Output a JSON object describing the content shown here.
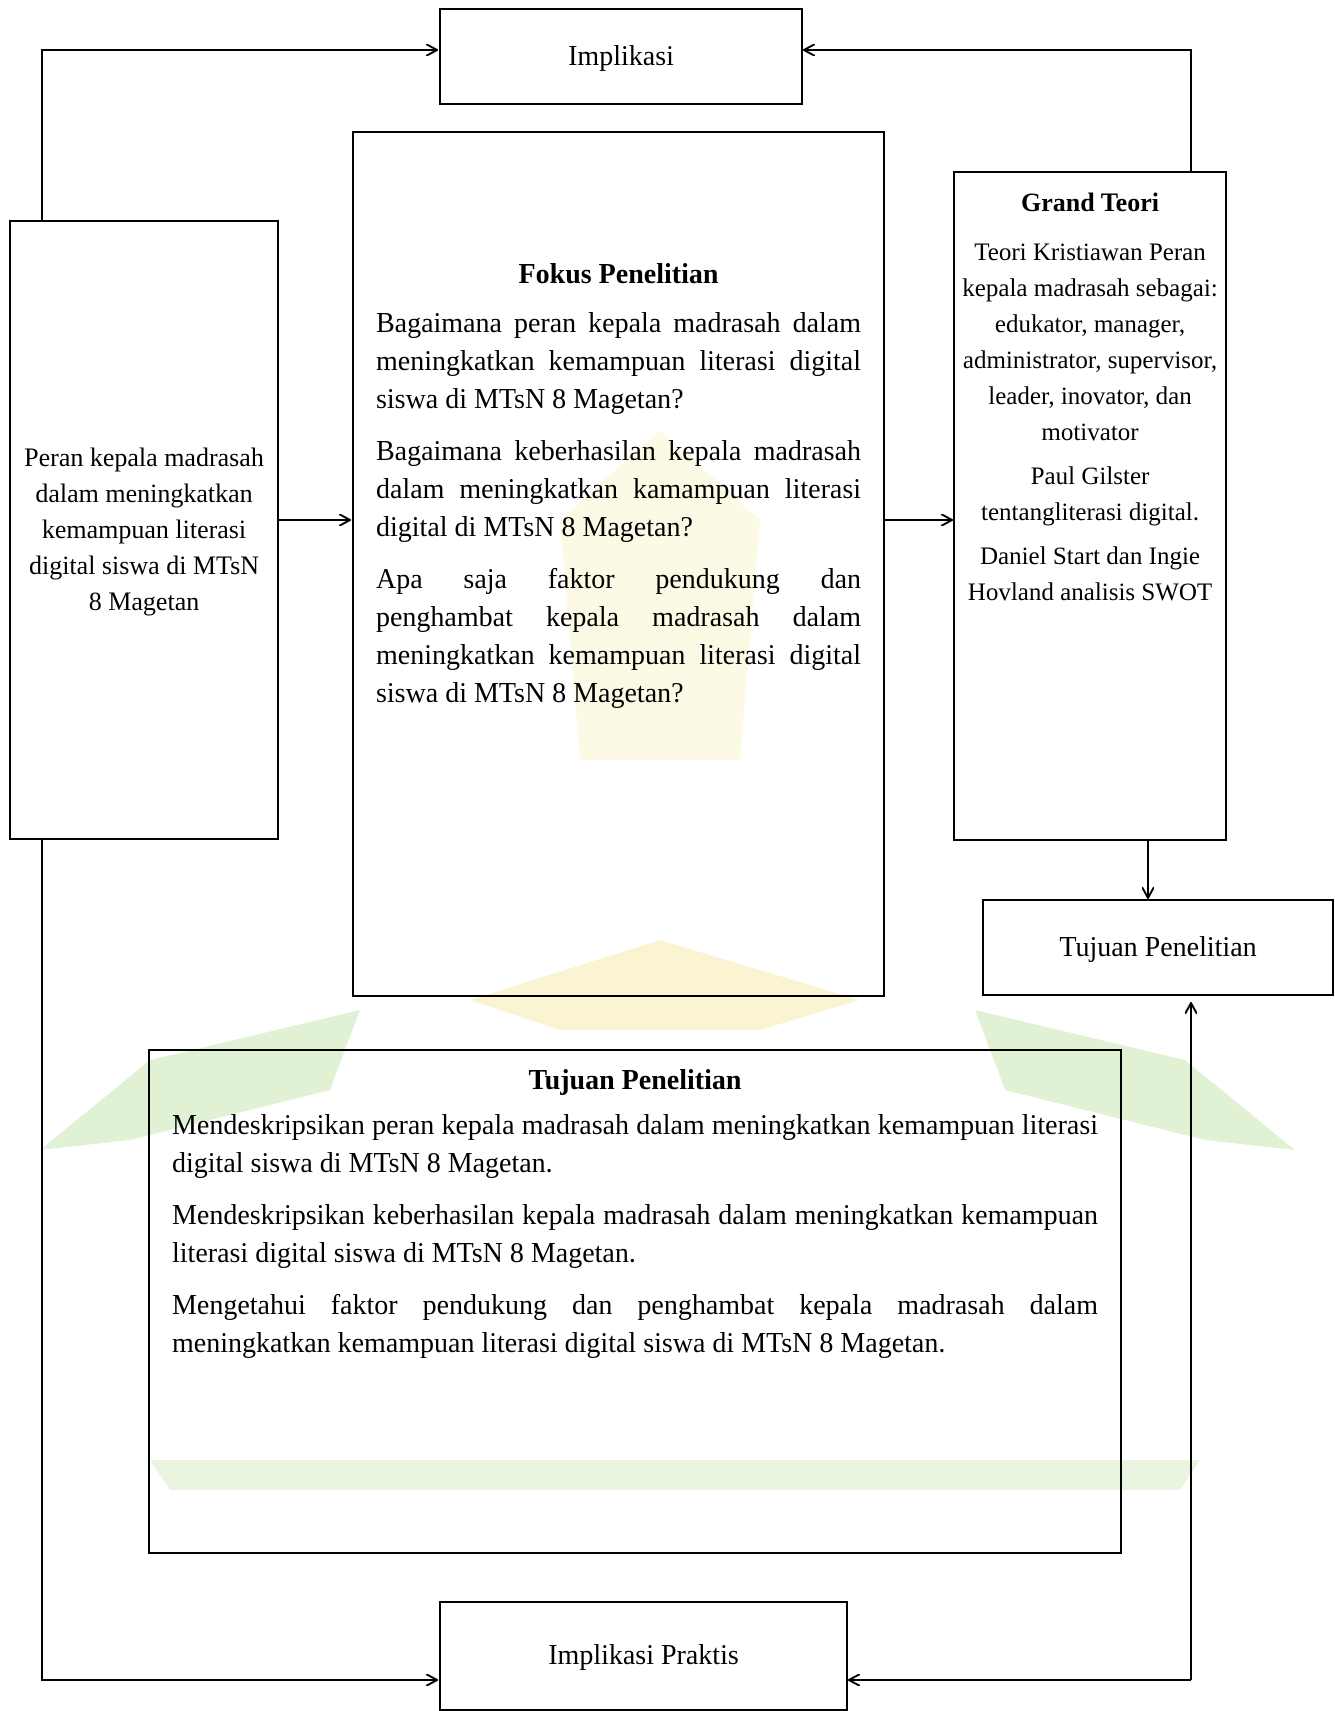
{
  "boxes": {
    "implikasi": "Implikasi",
    "implikasi_praktis": "Implikasi Praktis",
    "tujuan_small": "Tujuan Penelitian",
    "left_box": "Peran kepala madrasah dalam meningkatkan kemampuan literasi digital siswa  di MTsN 8 Magetan"
  },
  "fokus": {
    "title": "Fokus Penelitian",
    "paragraphs": [
      "Bagaimana peran kepala madrasah dalam meningkatkan kemampuan literasi digital siswa di MTsN 8 Magetan?",
      "Bagaimana keberhasilan kepala madrasah dalam meningkatkan kamampuan literasi digital di MTsN 8 Magetan?",
      "Apa saja faktor pendukung dan penghambat kepala madrasah dalam meningkatkan kemampuan literasi digital siswa di MTsN 8 Magetan?"
    ]
  },
  "grand_teori": {
    "title": "Grand Teori",
    "p1": "Teori Kristiawan Peran kepala madrasah sebagai: edukator, manager, administrator, supervisor, leader, inovator, dan motivator",
    "p2": "Paul Gilster tentangliterasi digital.",
    "p3": "Daniel Start dan Ingie Hovland analisis SWOT"
  },
  "tujuan": {
    "title": "Tujuan Penelitian",
    "paragraphs": [
      "Mendeskripsikan peran kepala madrasah dalam meningkatkan kemampuan literasi digital siswa di MTsN 8 Magetan.",
      "Mendeskripsikan keberhasilan kepala madrasah dalam meningkatkan kemampuan literasi digital siswa di MTsN 8 Magetan.",
      "Mengetahui faktor pendukung dan penghambat kepala madrasah dalam meningkatkan kemampuan literasi digital siswa di MTsN 8 Magetan."
    ]
  },
  "colors": {
    "watermark": "#c8e6b0",
    "watermark_accent": "#f6ecb0",
    "line": "#000000"
  }
}
